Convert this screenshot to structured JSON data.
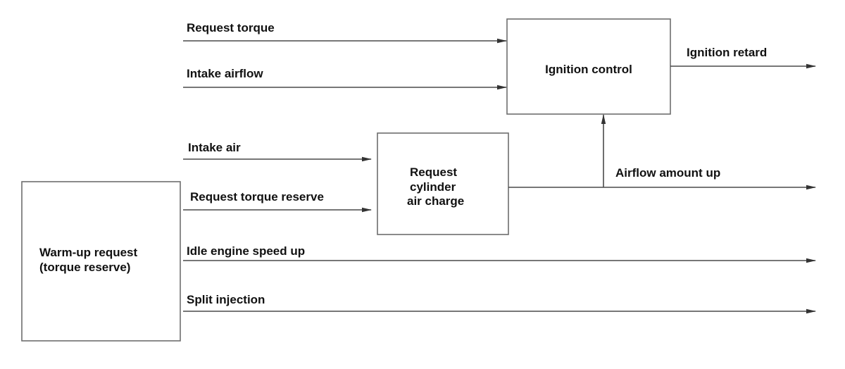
{
  "blocks": {
    "ignition_control": "Ignition control",
    "request_cylinder_air_charge": [
      "Request",
      "cylinder",
      "air charge"
    ],
    "warm_up_request": [
      "Warm-up request",
      "(torque reserve)"
    ]
  },
  "signals": {
    "request_torque": "Request torque",
    "intake_airflow": "Intake airflow",
    "intake_air": "Intake air",
    "request_torque_reserve": "Request torque reserve",
    "idle_engine_speed_up": "Idle engine speed up",
    "split_injection": "Split injection",
    "ignition_retard": "Ignition retard",
    "airflow_amount_up": "Airflow amount up"
  }
}
